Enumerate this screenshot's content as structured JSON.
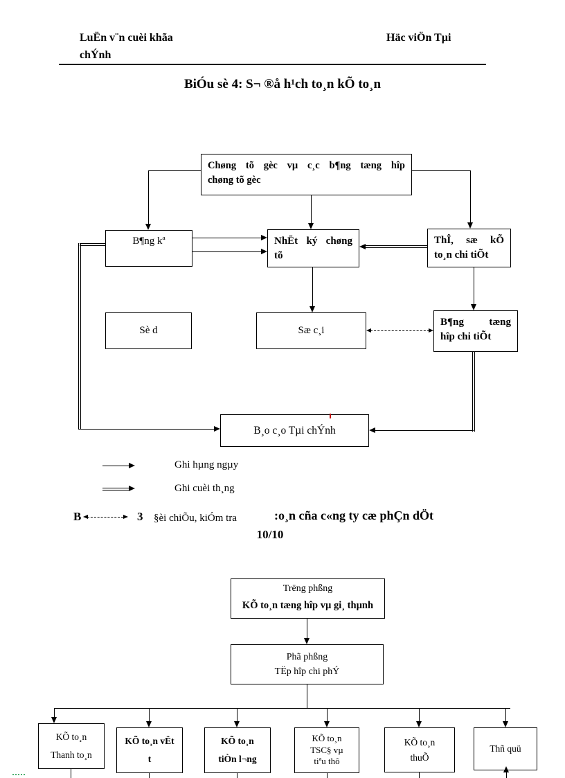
{
  "header": {
    "left_line1": "LuËn v¨n cuèi khãa",
    "left_line2": "chÝnh",
    "right": "Häc viÖn Tµi"
  },
  "title": "BiÓu sè 4: S¬ ®å h¹ch to¸n kÕ to¸n",
  "chart1": {
    "boxes": {
      "chung_tu": {
        "line1": "Chøng tõ gèc vµ c¸c b¶ng tæng hîp",
        "line2": "chøng tõ gèc"
      },
      "bang_ke": "B¶ng kª",
      "nhat_ky": {
        "line1": "NhËt ký chøng",
        "line2": "tõ"
      },
      "the_so": {
        "line1": "ThÎ, sæ kÕ",
        "line2": "to¸n chi tiÕt"
      },
      "so_du": "Sè d",
      "so_cai": "Sæ c¸i",
      "bang_tong_hop": {
        "line1": "B¶ng tæng",
        "line2": "hîp chi tiÕt"
      },
      "bao_cao": "B¸o c¸o Tµi chÝnh"
    },
    "legend": [
      {
        "symbol": "single-arrow",
        "label": "Ghi hµng ngµy"
      },
      {
        "symbol": "double-arrow",
        "label": "Ghi cuèi th¸ng"
      },
      {
        "symbol": "dashed-double-arrow",
        "label": "§èi chiÕu, kiÓm tra"
      }
    ],
    "caption_b": "B",
    "caption_num": "3",
    "caption_overlap": ":o¸n cña c«ng ty cæ phÇn dÖt",
    "caption_line2": "10/10"
  },
  "chart2": {
    "boxes": {
      "truong_phong": {
        "line1": "Trëng  phßng",
        "line2": "KÕ to¸n tæng hîp vµ gi¸ thµnh"
      },
      "pho_phong": {
        "line1": "Phã phßng",
        "line2": "TËp hîp  chi phÝ"
      },
      "b1": {
        "line1": "KÕ to¸n",
        "line2": "Thanh  to¸n"
      },
      "b2": {
        "line1": "KÕ to¸n vËt",
        "line2": "t"
      },
      "b3": {
        "line1": "KÕ to¸n",
        "line2": "tiÒn l¬ng"
      },
      "b4": {
        "line1": "KÕ to¸n",
        "line2": "TSC§ vµ",
        "line3": "tiªu thô"
      },
      "b5": {
        "line1": "KÕ to¸n",
        "line2": "thuÕ"
      },
      "b6": {
        "line1": "Thñ  quü"
      }
    }
  }
}
